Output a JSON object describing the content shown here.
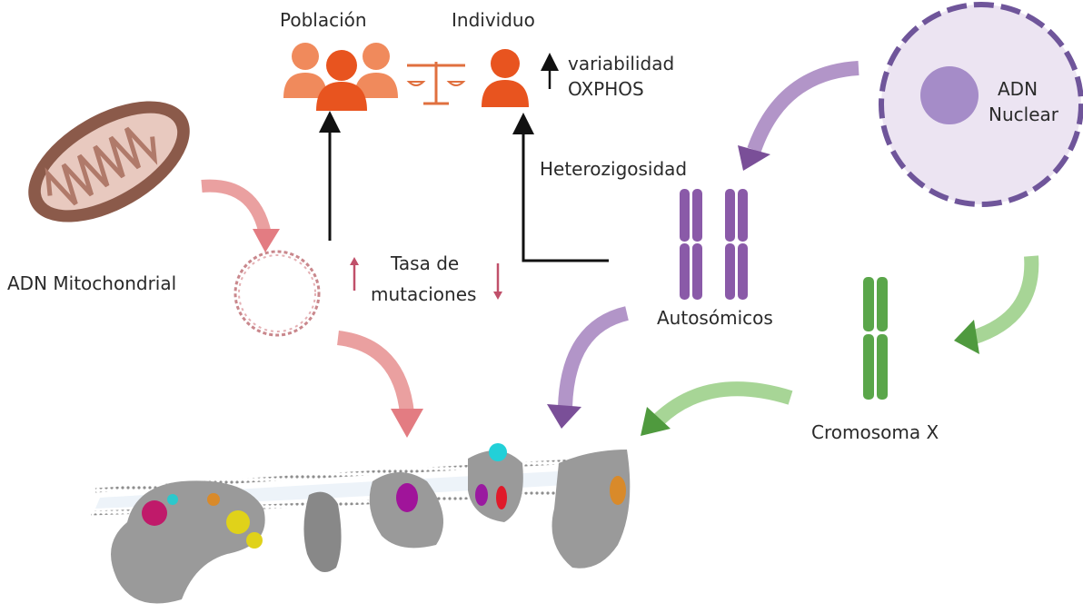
{
  "labels": {
    "population": "Población",
    "individual": "Individuo",
    "variability_line1": "variabilidad",
    "variability_line2": "OXPHOS",
    "mito_dna": "ADN Mitochondrial",
    "mutation_rate_line1": "Tasa de",
    "mutation_rate_line2": "mutaciones",
    "heterozygosity": "Heterozigosidad",
    "autosomal": "Autosómicos",
    "nuclear_dna_line1": "ADN",
    "nuclear_dna_line2": "Nuclear",
    "x_chromosome": "Cromosoma X"
  },
  "colors": {
    "people": "#e8541f",
    "people_light": "#f08a5c",
    "mito": "#8b5a4a",
    "pink_arrow": "#e98b8b",
    "purple": "#8a5aa8",
    "green": "#5aa64a",
    "nucleus_fill": "#ece4f2",
    "nucleus_border": "#6f559a",
    "protein": "#9a9a9a"
  }
}
